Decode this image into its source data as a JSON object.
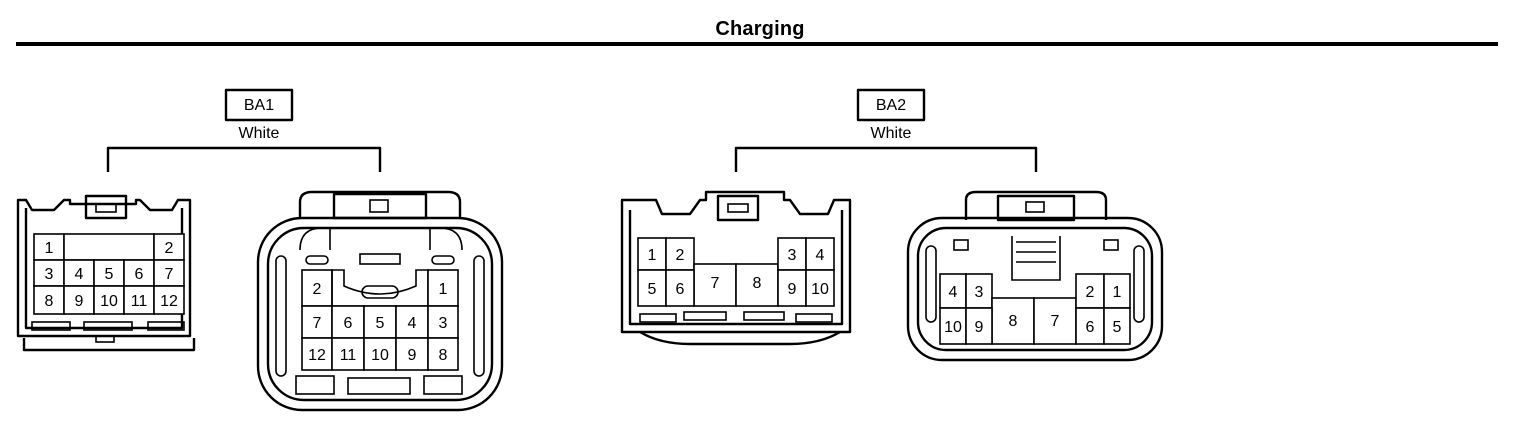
{
  "page": {
    "title": "Charging"
  },
  "connectors": [
    {
      "code": "BA1",
      "color": "White",
      "left_pins": [
        [
          "1",
          "",
          "",
          "",
          "2"
        ],
        [
          "3",
          "4",
          "5",
          "6",
          "7"
        ],
        [
          "8",
          "9",
          "10",
          "11",
          "12"
        ]
      ],
      "right_pins": [
        [
          "2",
          "",
          "",
          "",
          "1"
        ],
        [
          "7",
          "6",
          "5",
          "4",
          "3"
        ],
        [
          "12",
          "11",
          "10",
          "9",
          "8"
        ]
      ]
    },
    {
      "code": "BA2",
      "color": "White",
      "left_pins": [
        [
          "1",
          "2",
          "7",
          "8",
          "3",
          "4"
        ],
        [
          "5",
          "6",
          "",
          "",
          "9",
          "10"
        ]
      ],
      "right_pins": [
        [
          "4",
          "3",
          "8",
          "7",
          "2",
          "1"
        ],
        [
          "10",
          "9",
          "",
          "",
          "6",
          "5"
        ]
      ]
    }
  ]
}
